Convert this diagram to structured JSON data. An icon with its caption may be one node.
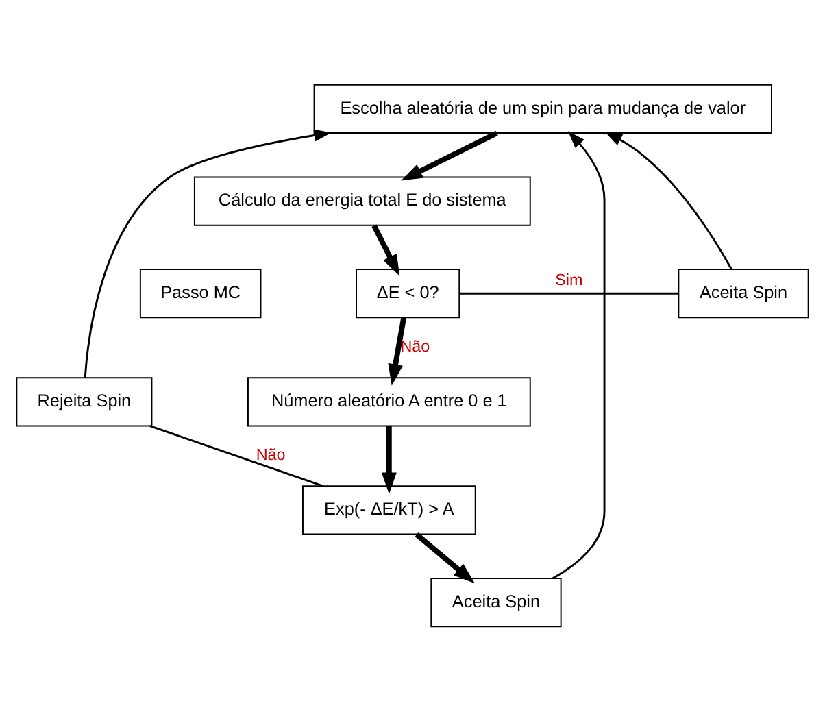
{
  "diagram": {
    "nodes": [
      {
        "text": [
          "Escolha aleatória de um spin para mudança de valor"
        ]
      },
      {
        "text": [
          "Cálculo da energia total E do sistema"
        ]
      },
      {
        "text": [
          "Passo MC"
        ]
      },
      {
        "text": [
          "ΔE < 0?"
        ]
      },
      {
        "text": [
          "Aceita Spin"
        ]
      },
      {
        "text": [
          "Rejeita Spin"
        ]
      },
      {
        "text": [
          "Número aleatório A entre 0 e 1"
        ]
      },
      {
        "text": [
          "Exp(- ΔE/kT) > A"
        ]
      },
      {
        "text": [
          "Aceita Spin"
        ]
      }
    ],
    "edges": [
      {
        "from": 0,
        "to": 1,
        "arrow": "to",
        "style": "thick"
      },
      {
        "from": 1,
        "to": 3,
        "arrow": "to",
        "style": "thick"
      },
      {
        "from": 3,
        "to": 4,
        "arrow": "none",
        "label": "Sim"
      },
      {
        "from": 4,
        "to": 0,
        "arrow": "to"
      },
      {
        "from": 3,
        "to": 6,
        "arrow": "to",
        "label": "Não",
        "style": "thick"
      },
      {
        "from": 6,
        "to": 7,
        "arrow": "to",
        "style": "thick"
      },
      {
        "from": 7,
        "to": 5,
        "arrow": "none",
        "label": "Não"
      },
      {
        "from": 5,
        "to": 0,
        "arrow": "to"
      },
      {
        "from": 7,
        "to": 8,
        "arrow": "to",
        "style": "thick"
      },
      {
        "from": 8,
        "to": 0,
        "arrow": "to"
      }
    ]
  }
}
